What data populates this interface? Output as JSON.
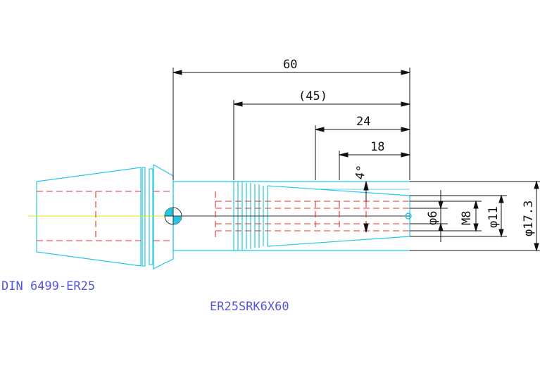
{
  "drawing": {
    "dimensions": {
      "total_length": "60",
      "ref_length": "(45)",
      "length_24": "24",
      "length_18": "18",
      "angle": "4°",
      "dia_6": "φ6",
      "thread": "M8",
      "dia_11": "φ11",
      "dia_17": "φ17.3"
    },
    "labels": {
      "collet_standard": "DIN 6499-ER25",
      "part_number": "ER25SRK6X60"
    },
    "colors": {
      "outline": "#22c7e6",
      "hidden": "#e8322a",
      "dimension": "#111111",
      "label": "#5555dd",
      "center": "#e6e61a"
    }
  }
}
